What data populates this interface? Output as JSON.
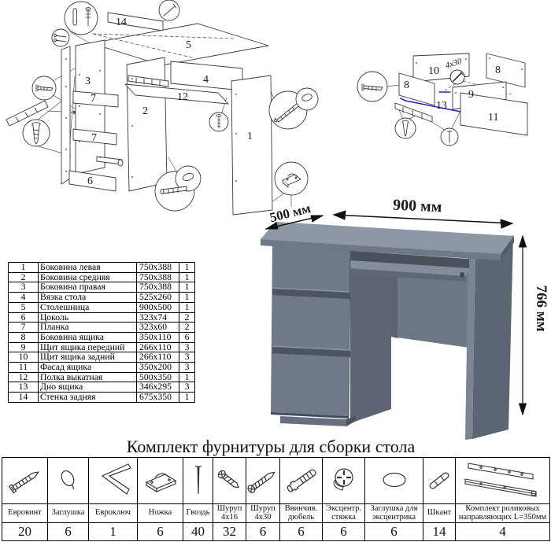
{
  "title": "Комплект фурнитуры для сборки стола",
  "desk_diagram": {
    "part_labels": {
      "p1": "1",
      "p2": "2",
      "p3": "3",
      "p4": "4",
      "p5": "5",
      "p6": "6",
      "p7a": "7",
      "p7b": "7",
      "p12": "12",
      "p14": "14"
    }
  },
  "drawer_diagram": {
    "part_labels": {
      "p8a": "8",
      "p8b": "8",
      "p9": "9",
      "p10": "10",
      "p11": "11",
      "p13": "13"
    },
    "screw_note": "4x30",
    "highlight_color": "#2323cc"
  },
  "desk_render": {
    "width_label": "900 мм",
    "depth_label": "500 мм",
    "height_label": "766 мм",
    "body_color": "#6f7987",
    "top_color": "#8e97a4"
  },
  "parts_table": {
    "rows": [
      {
        "num": "1",
        "name": "Боковина левая",
        "size": "750x388",
        "qty": "1"
      },
      {
        "num": "2",
        "name": "Боковина средняя",
        "size": "750x388",
        "qty": "1"
      },
      {
        "num": "3",
        "name": "Боковина правая",
        "size": "750x388",
        "qty": "1"
      },
      {
        "num": "4",
        "name": "Вязка стола",
        "size": "525x260",
        "qty": "1"
      },
      {
        "num": "5",
        "name": "Столешница",
        "size": "900x500",
        "qty": "1"
      },
      {
        "num": "6",
        "name": "Цоколь",
        "size": "323x74",
        "qty": "2"
      },
      {
        "num": "7",
        "name": "Планка",
        "size": "323x60",
        "qty": "2"
      },
      {
        "num": "8",
        "name": "Боковина ящика",
        "size": "350x110",
        "qty": "6"
      },
      {
        "num": "9",
        "name": "Щит ящика передний",
        "size": "266x110",
        "qty": "3"
      },
      {
        "num": "10",
        "name": "Щит ящика задний",
        "size": "266x110",
        "qty": "3"
      },
      {
        "num": "11",
        "name": "Фасад ящика",
        "size": "350x200",
        "qty": "3"
      },
      {
        "num": "12",
        "name": "Полка выкатная",
        "size": "500x350",
        "qty": "1"
      },
      {
        "num": "13",
        "name": "Дно ящика",
        "size": "346x295",
        "qty": "3"
      },
      {
        "num": "14",
        "name": "Стенка задняя",
        "size": "675x350",
        "qty": "1"
      }
    ]
  },
  "hardware_table": {
    "items": [
      {
        "icon": "euro-screw",
        "name": "Евровинт",
        "qty": "20"
      },
      {
        "icon": "cap",
        "name": "Заглушка",
        "qty": "6"
      },
      {
        "icon": "hex-key",
        "name": "Евроключ",
        "qty": "1"
      },
      {
        "icon": "foot",
        "name": "Ножка",
        "qty": "6"
      },
      {
        "icon": "nail",
        "name": "Гвоздь",
        "qty": "40"
      },
      {
        "icon": "screw-4x16",
        "name": "Шуруп 4х16",
        "qty": "32"
      },
      {
        "icon": "screw-4x30",
        "name": "Шуруп 4х30",
        "qty": "6"
      },
      {
        "icon": "threaded-dowel",
        "name": "Ввинчив. дюбель",
        "qty": "6"
      },
      {
        "icon": "cam-lock",
        "name": "Эксцентр. стяжка",
        "qty": "6"
      },
      {
        "icon": "cam-cap",
        "name": "Заглушка для эксцентрика",
        "qty": "6"
      },
      {
        "icon": "dowel",
        "name": "Шкант",
        "qty": "14"
      },
      {
        "icon": "drawer-slides",
        "name": "Комплект роликовых направляющих L=350мм",
        "qty": "4"
      }
    ]
  }
}
